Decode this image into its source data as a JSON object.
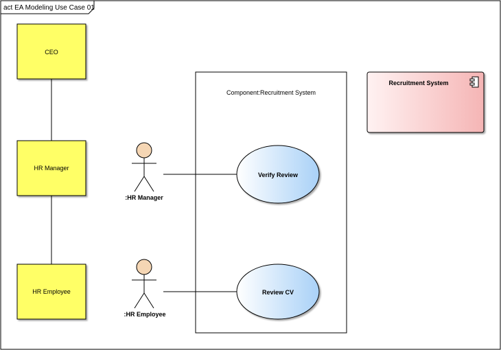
{
  "frame": {
    "title": "act EA Modeling Use Case 01"
  },
  "org_boxes": {
    "ceo": "CEO",
    "hr_manager": "HR Manager",
    "hr_employee": "HR Employee"
  },
  "actors": {
    "hr_manager": ":HR Manager",
    "hr_employee": ":HR Employee"
  },
  "boundary": {
    "title": "Component:Recruitment System"
  },
  "use_cases": {
    "verify_review": "Verify Review",
    "review_cv": "Review CV"
  },
  "component": {
    "name": "Recruitment System",
    "icon": "component-icon"
  },
  "colors": {
    "org_box_fill": "#ffff66",
    "actor_head": "#f5d6b4",
    "usecase_fill_light": "#ffffff",
    "usecase_fill_dark": "#a9d1f7",
    "component_fill_light": "#fff2f2",
    "component_fill_dark": "#f5b5b5"
  }
}
